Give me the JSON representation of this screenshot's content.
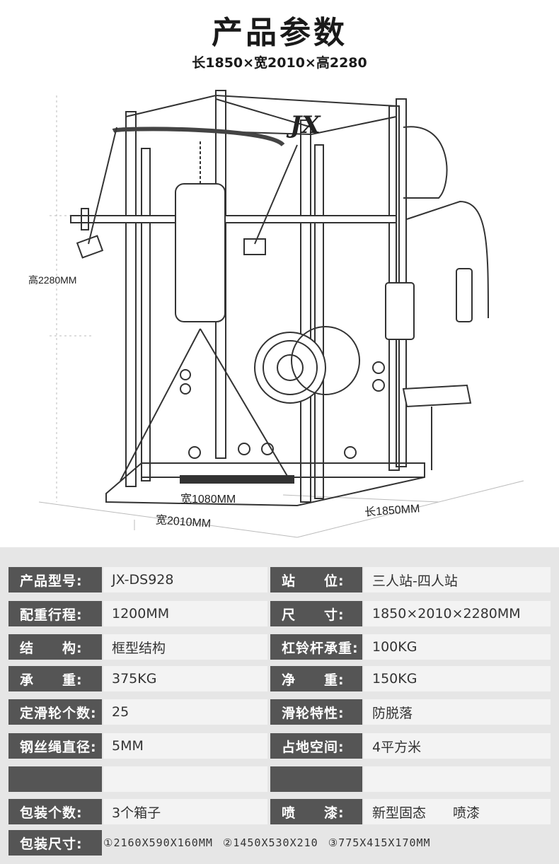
{
  "header": {
    "title": "产品参数",
    "dimensions": "长1850×宽2010×高2280"
  },
  "drawing": {
    "brand_logo": "JX",
    "height_label": "高2280MM",
    "inner_width_label": "宽1080MM",
    "width_label": "宽2010MM",
    "length_label": "长1850MM"
  },
  "specs": [
    {
      "label_l": "产品型号:",
      "value_l": "JX-DS928",
      "label_r": "站　　位:",
      "value_r": "三人站-四人站"
    },
    {
      "label_l": "配重行程:",
      "value_l": "1200MM",
      "label_r": "尺　　寸:",
      "value_r": "1850×2010×2280MM"
    },
    {
      "label_l": "结　　构:",
      "value_l": "框型结构",
      "label_r": "杠铃杆承重:",
      "value_r": "100KG"
    },
    {
      "label_l": "承　　重:",
      "value_l": "375KG",
      "label_r": "净　　重:",
      "value_r": "150KG"
    },
    {
      "label_l": "定滑轮个数:",
      "value_l": "25",
      "label_r": "滑轮特性:",
      "value_r": "防脱落"
    },
    {
      "label_l": "钢丝绳直径:",
      "value_l": "5MM",
      "label_r": "占地空间:",
      "value_r": "4平方米"
    },
    {
      "label_l": "",
      "value_l": "",
      "label_r": "",
      "value_r": ""
    },
    {
      "label_l": "包装个数:",
      "value_l": "3个箱子",
      "label_r": "喷　　漆:",
      "value_r": "新型固态　　喷漆"
    }
  ],
  "packing": {
    "label": "包装尺寸:",
    "size1": "①2160X590X160MM",
    "size2": "②1450X530X210",
    "size3": "③775X415X170MM"
  }
}
